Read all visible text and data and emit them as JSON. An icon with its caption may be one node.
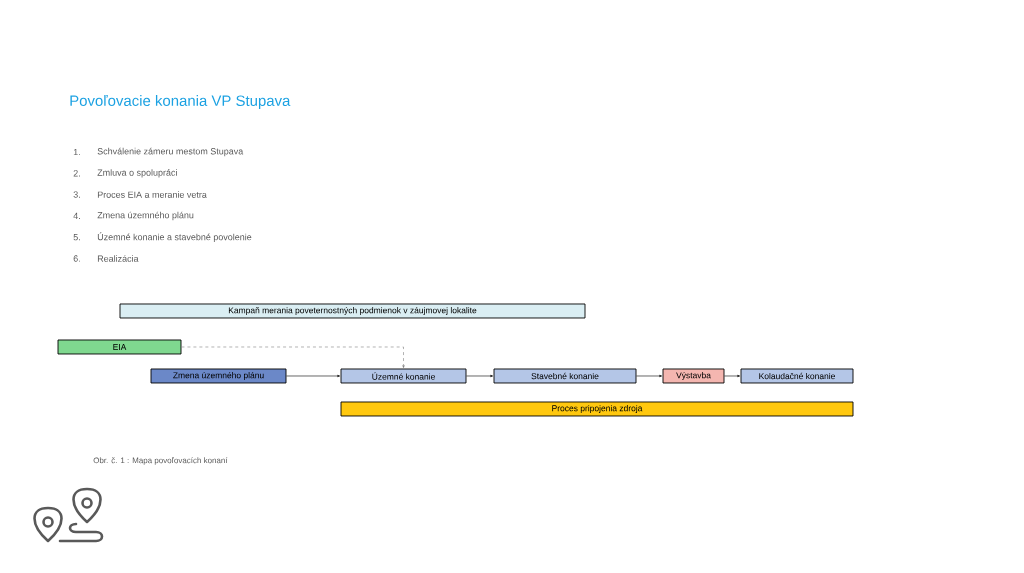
{
  "diagram": {
    "title": "Povoľovacie konania VP Stupava",
    "caption": "Obr. č. 1 : Mapa povoľovacích konaní",
    "nodes": [
      {
        "text": [
          "Kampaň merania poveternostných podmienok v záujmovej lokalite"
        ]
      },
      {
        "text": [
          "EIA"
        ]
      },
      {
        "text": [
          "Zmena územného plánu"
        ]
      },
      {
        "text": [
          "Územné konanie"
        ]
      },
      {
        "text": [
          "Stavebné konanie"
        ]
      },
      {
        "text": [
          "Výstavba"
        ]
      },
      {
        "text": [
          "Kolaudačné konanie"
        ]
      },
      {
        "text": [
          "Proces pripojenia zdroja"
        ]
      }
    ],
    "edges": [
      {
        "from": 1,
        "to": 3,
        "arrow": "to",
        "style": "dashed",
        "color": "#7f7f7f"
      },
      {
        "from": 2,
        "to": 3,
        "arrow": "to"
      },
      {
        "from": 3,
        "to": 4,
        "arrow": "to"
      },
      {
        "from": 4,
        "to": 5,
        "arrow": "to"
      },
      {
        "from": 5,
        "to": 6,
        "arrow": "to"
      }
    ],
    "labels": [
      "1.",
      "Schválenie zámeru mestom Stupava",
      "2.",
      "Zmluva o spolupráci",
      "3.",
      "Proces EIA a meranie vetra",
      "4.",
      "Zmena územného plánu",
      "5.",
      "Územné konanie a stavebné povolenie",
      "6.",
      "Realizácia"
    ]
  }
}
